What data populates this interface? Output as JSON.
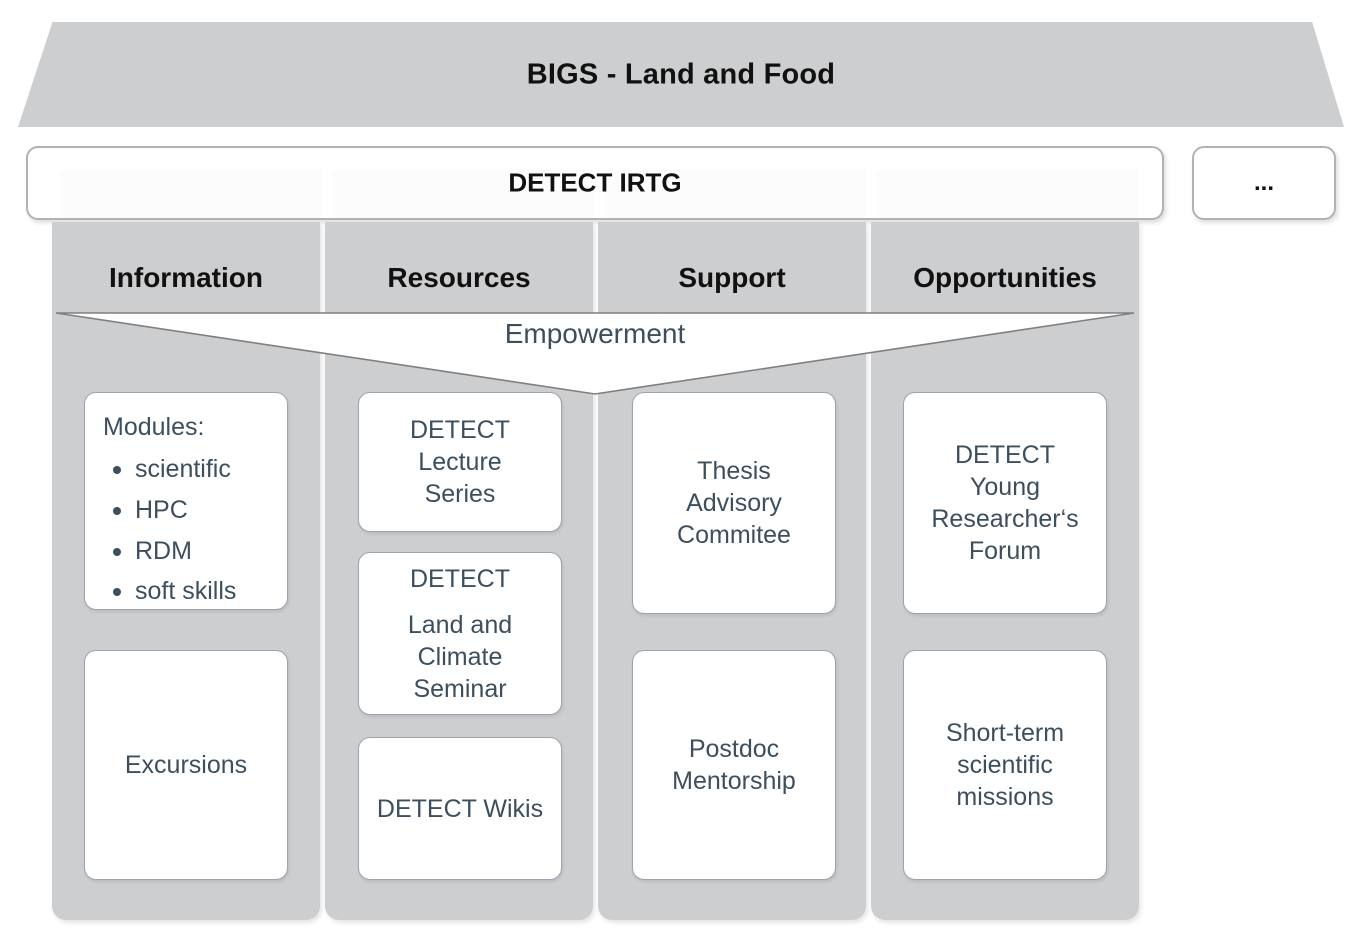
{
  "banner": {
    "title": "BIGS - Land and Food"
  },
  "programme": {
    "title": "DETECT IRTG",
    "more_label": "..."
  },
  "connector": {
    "label": "Empowerment"
  },
  "colors": {
    "panel_gray": "#cdced0",
    "text_slate": "#3d4f5e",
    "card_border": "#9da3ad",
    "box_border": "#b2b2b2",
    "heading_black": "#111111"
  },
  "columns": [
    {
      "title": "Information",
      "cards": [
        {
          "kind": "modules",
          "heading": "Modules:",
          "items": [
            "scientific",
            "HPC",
            "RDM",
            "soft skills"
          ]
        },
        {
          "kind": "text",
          "lines": [
            "Excursions"
          ]
        }
      ]
    },
    {
      "title": "Resources",
      "cards": [
        {
          "kind": "text",
          "lines": [
            "DETECT",
            "Lecture",
            "Series"
          ]
        },
        {
          "kind": "text",
          "lines": [
            "DETECT"
          ],
          "lines2": [
            "Land and",
            "Climate",
            "Seminar"
          ]
        },
        {
          "kind": "text",
          "lines": [
            "DETECT Wikis"
          ]
        }
      ]
    },
    {
      "title": "Support",
      "cards": [
        {
          "kind": "text",
          "lines": [
            "Thesis",
            "Advisory",
            "Commitee"
          ]
        },
        {
          "kind": "text",
          "lines": [
            "Postdoc",
            "Mentorship"
          ]
        }
      ]
    },
    {
      "title": "Opportunities",
      "cards": [
        {
          "kind": "text",
          "lines": [
            "DETECT",
            "Young",
            "Researcher‘s",
            "Forum"
          ]
        },
        {
          "kind": "text",
          "lines": [
            "Short-term",
            "scientific",
            "missions"
          ]
        }
      ]
    }
  ]
}
